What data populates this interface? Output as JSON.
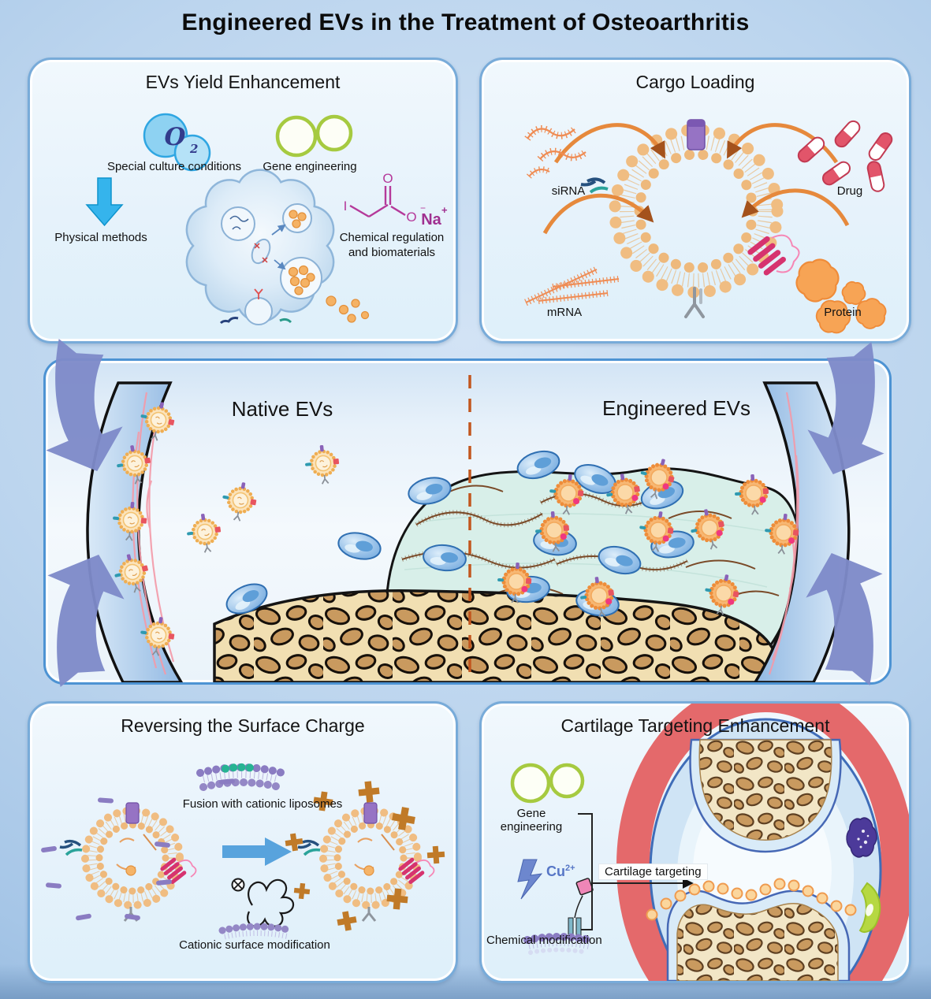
{
  "title": "Engineered EVs in the Treatment of Osteoarthritis",
  "colors": {
    "panel_border": "#78abd9",
    "ev_orange": "#f5a95c",
    "corner_arrow_purple": "#7e8ac9",
    "physical_arrow_blue": "#35b4ec",
    "chem_magenta": "#b5399a",
    "divider_orange": "#c2561e",
    "capsule_red": "#e2556a",
    "gene_circle_green": "#a6ca40",
    "plus_brown": "#c07a28",
    "minus_purple": "#8a7cc2",
    "joint_red_band": "#e4696b"
  },
  "yield_panel": {
    "title": "EVs Yield Enhancement",
    "o2_symbol": "O",
    "o2_sub": "2",
    "culture_label": "Special culture conditions",
    "gene_label": "Gene engineering",
    "physical_label": "Physical methods",
    "chem_label_line1": "Chemical regulation",
    "chem_label_line2": "and biomaterials",
    "atoms": {
      "iodine": "I",
      "o_top": "O",
      "o_right": "O",
      "o_minus": "−",
      "na": "Na",
      "na_plus": "+"
    }
  },
  "cargo_panel": {
    "title": "Cargo Loading",
    "sirna_label": "siRNA",
    "drug_label": "Drug",
    "mrna_label": "mRNA",
    "protein_label": "Protein"
  },
  "joint_panel": {
    "native_label": "Native EVs",
    "engineered_label": "Engineered EVs"
  },
  "charge_panel": {
    "title": "Reversing the Surface Charge",
    "fusion_label": "Fusion with cationic liposomes",
    "cationic_label": "Cationic surface modification"
  },
  "targeting_panel": {
    "title": "Cartilage Targeting Enhancement",
    "gene_label": "Gene engineering",
    "chem_label": "Chemical modification",
    "cartilage_label": "Cartilage targeting",
    "cu_symbol": "Cu",
    "cu_sup": "2+"
  }
}
